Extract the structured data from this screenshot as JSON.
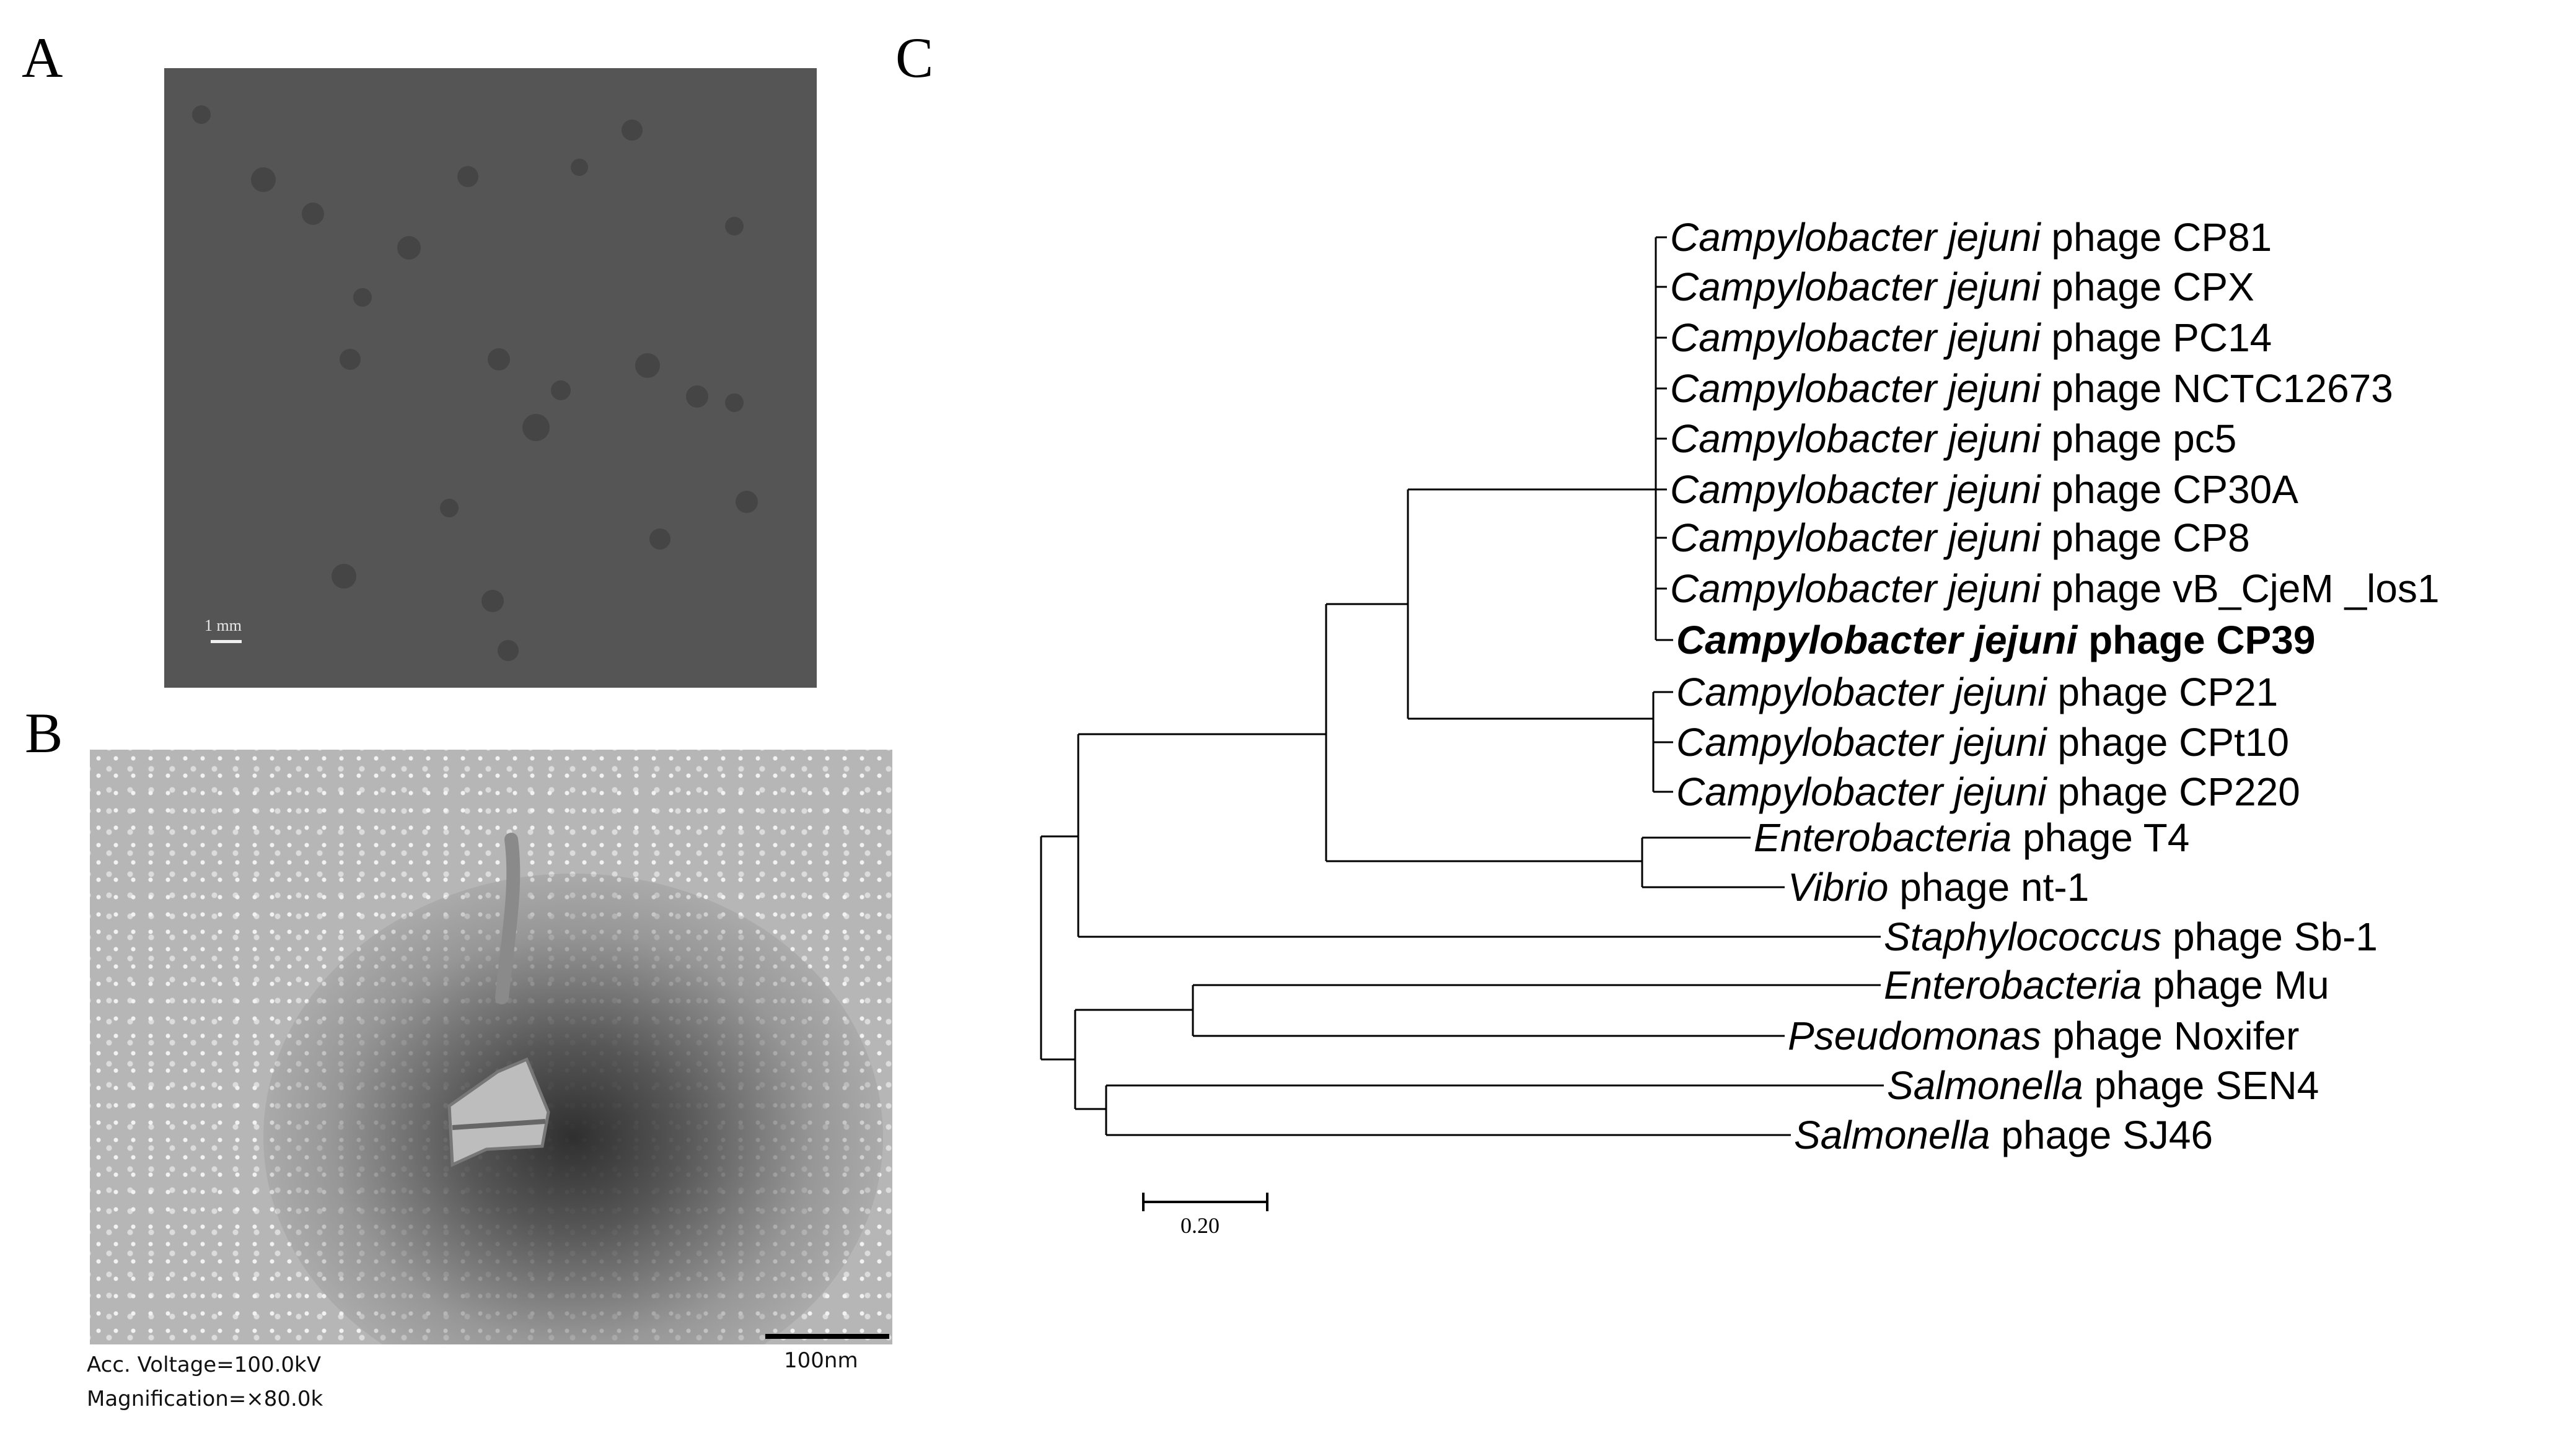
{
  "labels": {
    "a": "A",
    "b": "B",
    "c": "C"
  },
  "panel_a": {
    "scale_label": "1 mm"
  },
  "panel_b": {
    "voltage": "Acc. Voltage=100.0kV",
    "magnification": "Magnification=×80.0k",
    "scale_label": "100nm"
  },
  "tree": {
    "leaves": [
      {
        "genus": "Campylobacter jejuni",
        "rest": " phage CP81",
        "bold": false
      },
      {
        "genus": "Campylobacter jejuni",
        "rest": " phage CPX",
        "bold": false
      },
      {
        "genus": "Campylobacter jejuni",
        "rest": " phage PC14",
        "bold": false
      },
      {
        "genus": "Campylobacter jejuni",
        "rest": " phage NCTC12673",
        "bold": false
      },
      {
        "genus": "Campylobacter jejuni",
        "rest": " phage pc5",
        "bold": false
      },
      {
        "genus": "Campylobacter jejuni",
        "rest": " phage CP30A",
        "bold": false
      },
      {
        "genus": "Campylobacter jejuni",
        "rest": " phage CP8",
        "bold": false
      },
      {
        "genus": "Campylobacter jejuni",
        "rest": " phage vB_CjeM _los1",
        "bold": false
      },
      {
        "genus": "Campylobacter jejuni",
        "rest": " phage CP39",
        "bold": true
      },
      {
        "genus": "Campylobacter jejuni",
        "rest": " phage CP21",
        "bold": false
      },
      {
        "genus": "Campylobacter jejuni",
        "rest": " phage CPt10",
        "bold": false
      },
      {
        "genus": "Campylobacter jejuni",
        "rest": " phage CP220",
        "bold": false
      },
      {
        "genus": "Enterobacteria",
        "rest": " phage T4",
        "bold": false
      },
      {
        "genus": "Vibrio",
        "rest": " phage nt-1",
        "bold": false
      },
      {
        "genus": "Staphylococcus",
        "rest": " phage Sb-1",
        "bold": false
      },
      {
        "genus": "Enterobacteria",
        "rest": " phage Mu",
        "bold": false
      },
      {
        "genus": "Pseudomonas",
        "rest": " phage Noxifer",
        "bold": false
      },
      {
        "genus": "Salmonella",
        "rest": " phage SEN4",
        "bold": false
      },
      {
        "genus": "Salmonella",
        "rest": " phage SJ46",
        "bold": false
      }
    ],
    "scale_bar_label": "0.20"
  }
}
